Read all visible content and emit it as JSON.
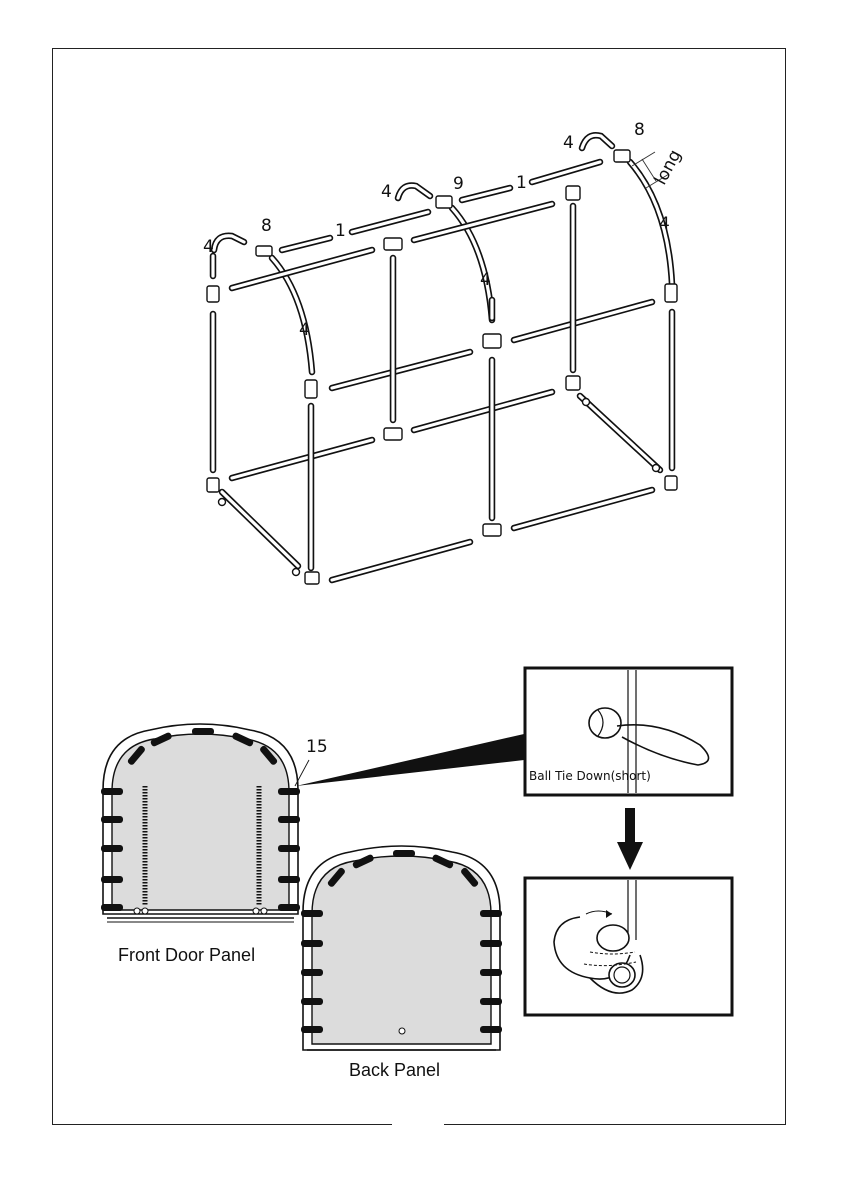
{
  "frame_labels": {
    "left_corner_arch": "4",
    "left_elbow": "8",
    "left_ridge_pole": "1",
    "left_front_arch": "4",
    "middle_corner_arch": "4",
    "middle_tee": "9",
    "right_ridge_pole": "1",
    "middle_arch": "4",
    "right_corner_arch": "4",
    "right_elbow": "8",
    "long_marker": "long",
    "right_arch": "4"
  },
  "tie_down_label": "15",
  "front_panel_caption": "Front Door Panel",
  "back_panel_caption": "Back Panel",
  "detail_caption": "Ball Tie Down(short)"
}
